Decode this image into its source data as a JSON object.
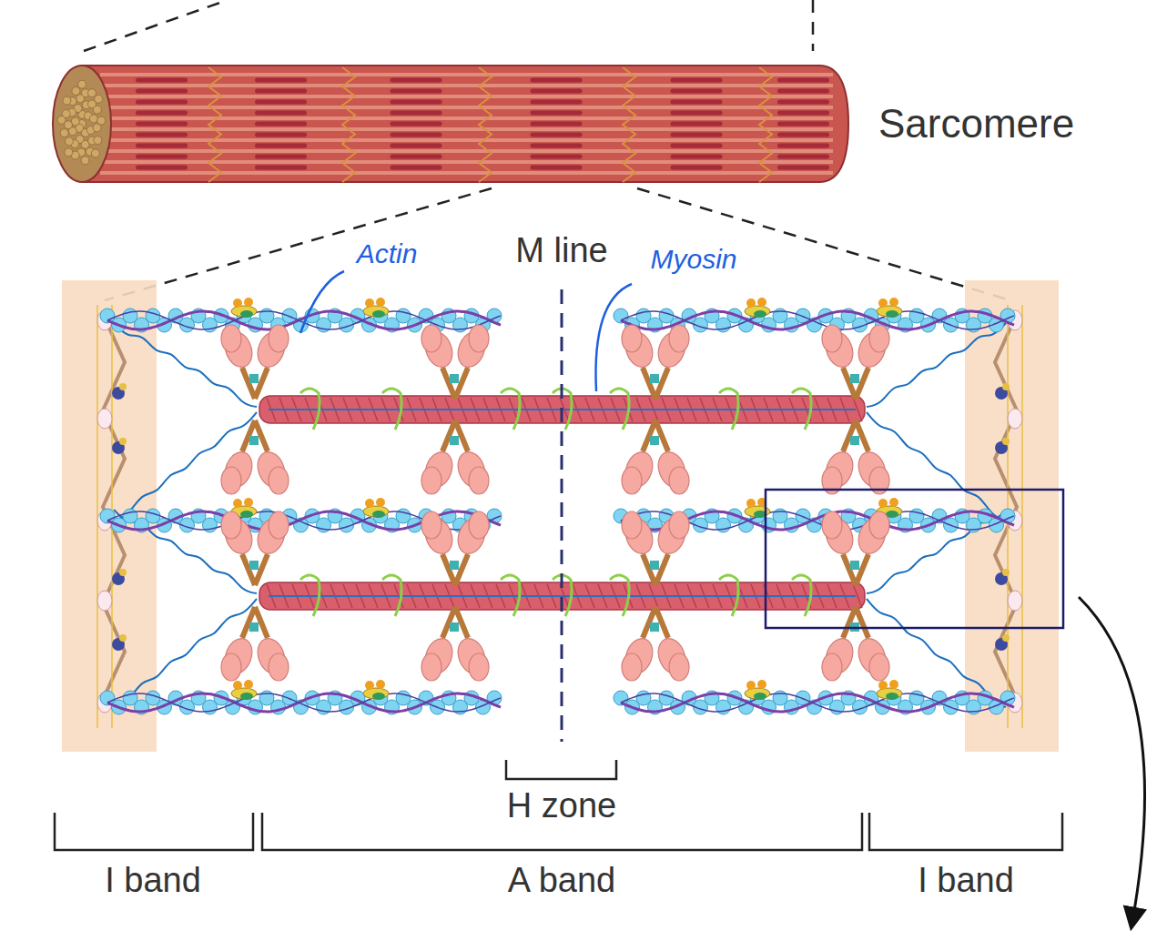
{
  "diagram": {
    "labels": [
      "Sarcomere",
      "Actin",
      "M line",
      "Myosin",
      "H zone",
      "I band",
      "A band",
      "I band"
    ]
  }
}
